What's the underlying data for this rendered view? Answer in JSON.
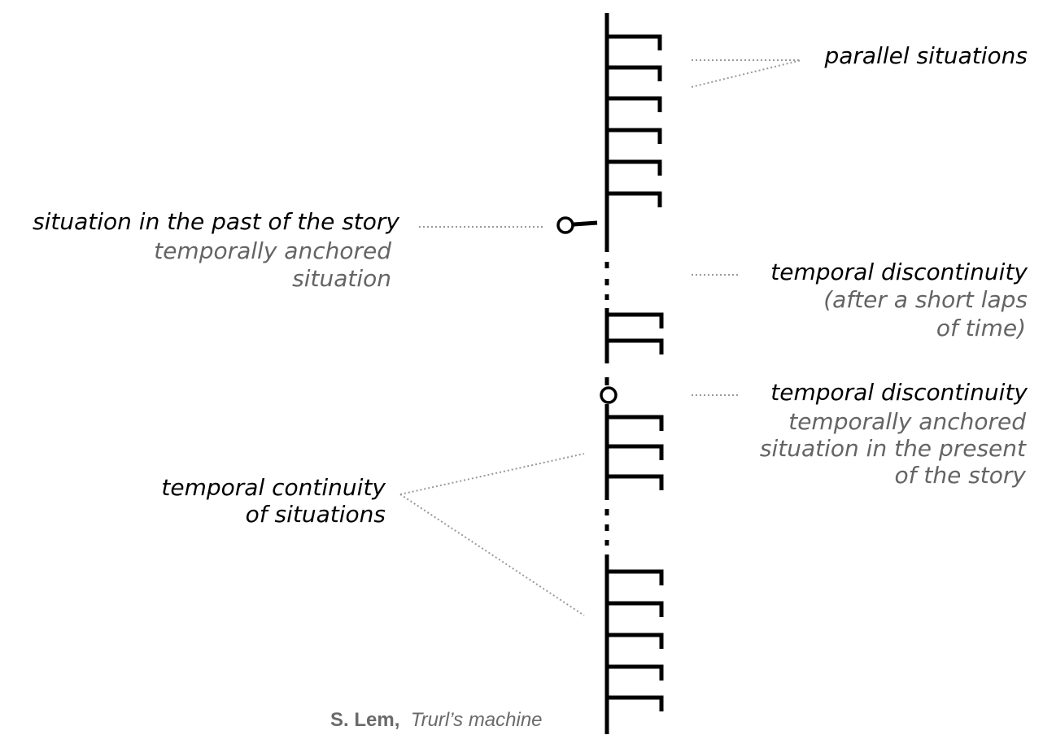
{
  "labels": {
    "parallel": "parallel situations",
    "past_main": "situation in the past of the story",
    "past_sub_1": "temporally anchored",
    "past_sub_2": "situation",
    "disc1_main": "temporal discontinuity",
    "disc1_sub_1": "(after a short laps",
    "disc1_sub_2": "of time)",
    "disc2_main": "temporal discontinuity",
    "disc2_sub_1": "temporally anchored",
    "disc2_sub_2": "situation in the present",
    "disc2_sub_3": "of the story",
    "continuity_1": "temporal  continuity",
    "continuity_2": "of situations"
  },
  "credit": {
    "author": "S. Lem,",
    "work": "Trurl’s machine"
  },
  "colors": {
    "ink": "#000000",
    "secondary_text": "#646464",
    "leader_line": "#999999"
  }
}
